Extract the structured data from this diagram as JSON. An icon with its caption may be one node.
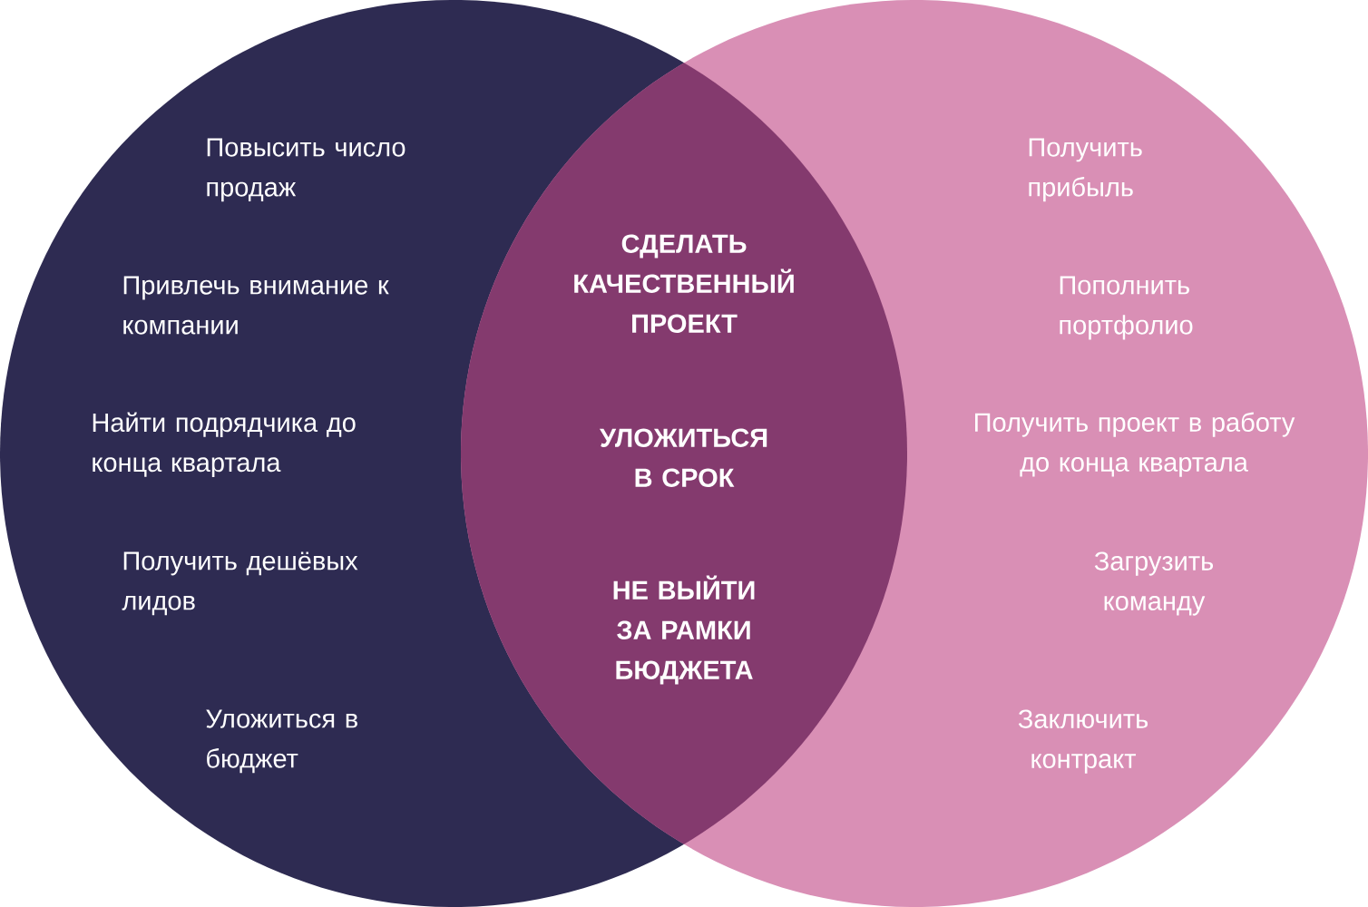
{
  "diagram": {
    "nodes": [
      {
        "text": [
          "Повысить число продаж",
          "Привлечь внимание к компании",
          "Найти подрядчика до конца квартала",
          "Получить дешёвых лидов",
          "Уложиться в бюджет"
        ]
      },
      {
        "text": [
          "СДЕЛАТЬ КАЧЕСТВЕННЫЙ ПРОЕКТ",
          "УЛОЖИТЬСЯ В СРОК",
          "НЕ ВЫЙТИ ЗА РАМКИ БЮДЖЕТА"
        ]
      },
      {
        "text": [
          "Получить прибыль",
          "Пополнить портфолио",
          "Получить проект в работу до конца квартала",
          "Загрузить команду",
          "Заключить контракт"
        ]
      }
    ],
    "edges": []
  }
}
